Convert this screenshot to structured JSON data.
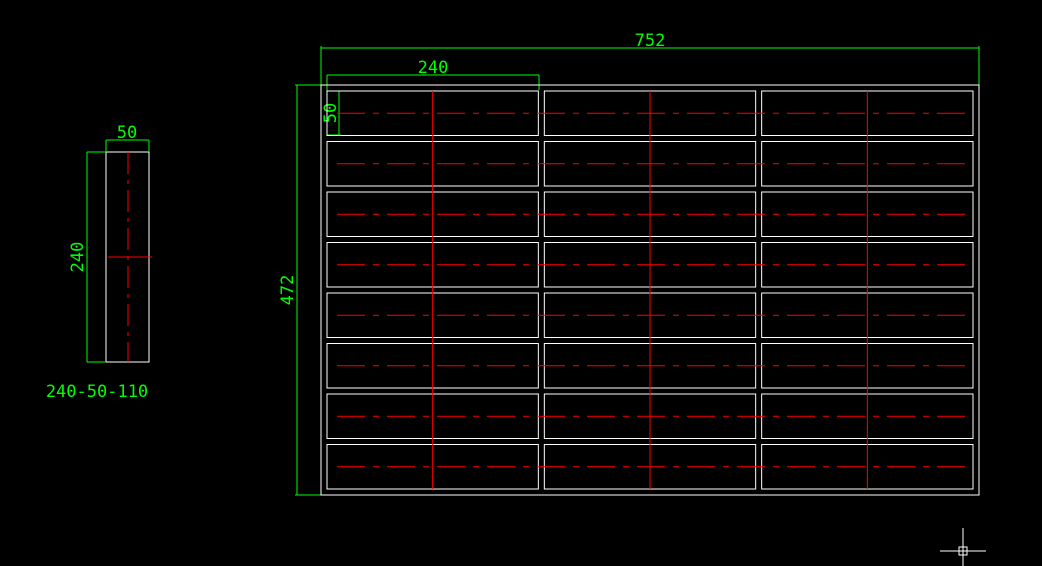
{
  "drawing": {
    "background": "#000000",
    "colors": {
      "outline": "#ffffff",
      "centerline": "#ff0000",
      "dimension": "#00ff00"
    }
  },
  "brick_detail": {
    "label": "240-50-110",
    "width_dim": "50",
    "height_dim": "240"
  },
  "panel": {
    "width_dim": "752",
    "height_dim": "472",
    "brick_length_dim": "240",
    "brick_width_dim": "50",
    "rows": 8,
    "columns": 3
  },
  "cursor": {
    "icon": "crosshair-cursor-icon"
  }
}
